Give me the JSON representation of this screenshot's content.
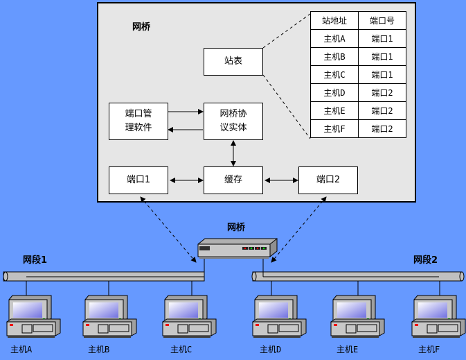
{
  "panel": {
    "title": "网桥",
    "station_table_box": "站表",
    "port_mgmt": "端口管\n理软件",
    "protocol_entity": "网桥协\n议实体",
    "port1": "端口1",
    "buffer": "缓存",
    "port2": "端口2"
  },
  "station_table": {
    "headers": [
      "站地址",
      "端口号"
    ],
    "rows": [
      [
        "主机A",
        "端口1"
      ],
      [
        "主机B",
        "端口1"
      ],
      [
        "主机C",
        "端口1"
      ],
      [
        "主机D",
        "端口2"
      ],
      [
        "主机E",
        "端口2"
      ],
      [
        "主机F",
        "端口2"
      ]
    ]
  },
  "network": {
    "bridge_label": "网桥",
    "segment1": "网段1",
    "segment2": "网段2",
    "hosts": [
      "主机A",
      "主机B",
      "主机C",
      "主机D",
      "主机E",
      "主机F"
    ]
  },
  "colors": {
    "background": "#6699ff",
    "panel": "#e6e6e6",
    "pipe": "#c0c0c0"
  }
}
